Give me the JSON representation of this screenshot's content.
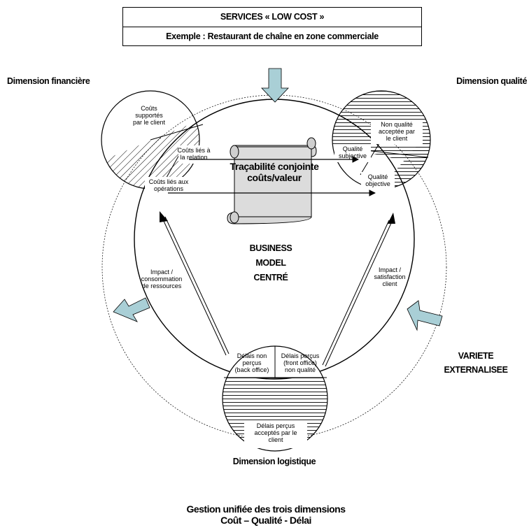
{
  "header": {
    "title": "SERVICES « LOW COST »",
    "subtitle": "Exemple : Restaurant de chaîne en zone commerciale"
  },
  "dimensions": {
    "financial": "Dimension financière",
    "quality": "Dimension qualité",
    "logistics": "Dimension logistique"
  },
  "financial_circle": {
    "client_costs": [
      "Coûts",
      "supportés",
      "par le client"
    ],
    "relation_costs": [
      "Coûts liés à",
      "la relation"
    ],
    "operation_costs": [
      "Coûts liés aux",
      "opérations"
    ]
  },
  "quality_circle": {
    "accepted_non_quality": [
      "Non qualité",
      "acceptée par",
      "le client"
    ],
    "subjective_quality": [
      "Qualité",
      "subjective"
    ],
    "objective_quality": [
      "Qualité",
      "objective"
    ]
  },
  "logistics_circle": {
    "unperceived_delays": [
      "Délais non",
      "perçus",
      "(back office)"
    ],
    "perceived_delays": [
      "Délais perçus",
      "(front office)",
      "non qualité"
    ],
    "accepted_delays": [
      "Délais perçus",
      "acceptés par le",
      "client"
    ]
  },
  "scroll_label": [
    "Traçabilité conjointe",
    "coûts/valeur"
  ],
  "center_label": [
    "BUSINESS",
    "MODEL",
    "CENTRÉ"
  ],
  "impact_left": [
    "Impact /",
    "consommation",
    "de ressources"
  ],
  "impact_right": [
    "Impact /",
    "satisfaction",
    "client"
  ],
  "variety_label": [
    "VARIETE",
    "EXTERNALISEE"
  ],
  "footer": [
    "Gestion unifiée des trois dimensions",
    "Coût – Qualité - Délai"
  ],
  "colors": {
    "arrow_fill": "#a9cfd6",
    "line": "#000000",
    "background": "#ffffff"
  }
}
